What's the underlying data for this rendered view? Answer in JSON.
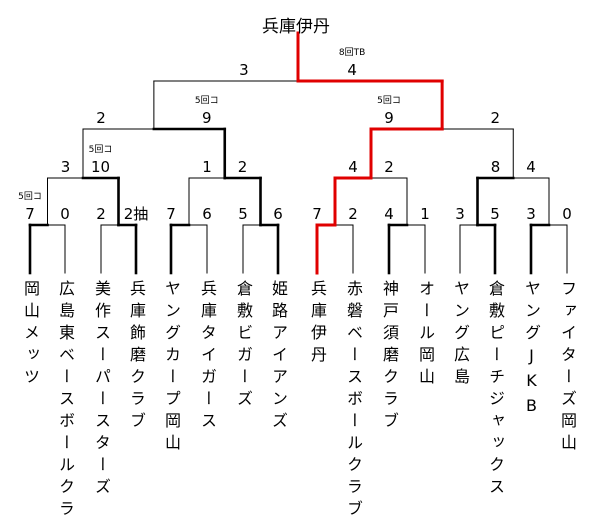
{
  "champion": "兵庫伊丹",
  "colors": {
    "line": "#000000",
    "champion_path": "#e00000"
  },
  "teams": [
    "岡山メッツ",
    "広島東ベースボールクラ",
    "美作スーパースターズ",
    "兵庫飾磨クラブ",
    "ヤングカープ岡山",
    "兵庫タイガース",
    "倉敷ビガーズ",
    "姫路アイアンズ",
    "兵庫伊丹",
    "赤磐ベースボールクラブ",
    "神戸須磨クラブ",
    "オール岡山",
    "ヤング広島",
    "倉敷ピーチジャックス",
    "ヤングJKB",
    "ファイターズ岡山"
  ],
  "rounds": [
    [
      {
        "scores": [
          "7",
          "0"
        ],
        "winner": 0,
        "note": "5回コ"
      },
      {
        "scores": [
          "2",
          "2抽"
        ],
        "winner": 1,
        "note": ""
      },
      {
        "scores": [
          "7",
          "6"
        ],
        "winner": 0,
        "note": ""
      },
      {
        "scores": [
          "5",
          "6"
        ],
        "winner": 1,
        "note": ""
      },
      {
        "scores": [
          "7",
          "2"
        ],
        "winner": 0,
        "note": ""
      },
      {
        "scores": [
          "4",
          "1"
        ],
        "winner": 0,
        "note": ""
      },
      {
        "scores": [
          "3",
          "5"
        ],
        "winner": 1,
        "note": ""
      },
      {
        "scores": [
          "3",
          "0"
        ],
        "winner": 0,
        "note": ""
      }
    ],
    [
      {
        "scores": [
          "3",
          "10"
        ],
        "winner": 1,
        "note": "5回コ"
      },
      {
        "scores": [
          "1",
          "2"
        ],
        "winner": 1,
        "note": ""
      },
      {
        "scores": [
          "4",
          "2"
        ],
        "winner": 0,
        "note": ""
      },
      {
        "scores": [
          "8",
          "4"
        ],
        "winner": 0,
        "note": ""
      }
    ],
    [
      {
        "scores": [
          "2",
          "9"
        ],
        "winner": 1,
        "note": "5回コ"
      },
      {
        "scores": [
          "9",
          "2"
        ],
        "winner": 0,
        "note": "5回コ"
      }
    ],
    [
      {
        "scores": [
          "3",
          "4"
        ],
        "winner": 1,
        "note": "8回TB"
      }
    ]
  ]
}
